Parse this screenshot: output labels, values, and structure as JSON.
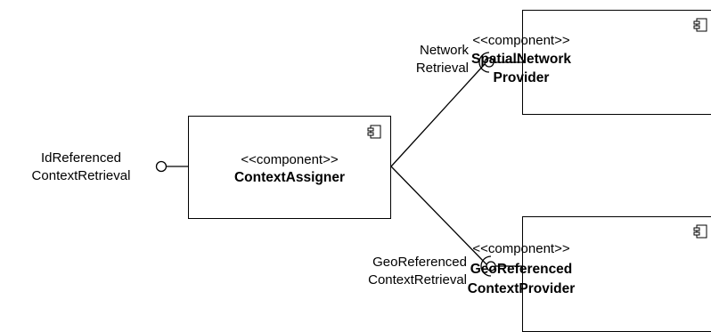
{
  "components": {
    "context_assigner": {
      "stereotype": "<<component>>",
      "name": "ContextAssigner"
    },
    "spatial_network_provider": {
      "stereotype": "<<component>>",
      "name_line1": "SpatialNetwork",
      "name_line2": "Provider"
    },
    "georeferenced_context_provider": {
      "stereotype": "<<component>>",
      "name_line1": "GeoReferenced",
      "name_line2": "ContextProvider"
    }
  },
  "interfaces": {
    "id_referenced": {
      "line1": "IdReferenced",
      "line2": "ContextRetrieval"
    },
    "network_retrieval": {
      "line1": "Network",
      "line2": "Retrieval"
    },
    "georeferenced_retrieval": {
      "line1": "GeoReferenced",
      "line2": "ContextRetrieval"
    }
  }
}
